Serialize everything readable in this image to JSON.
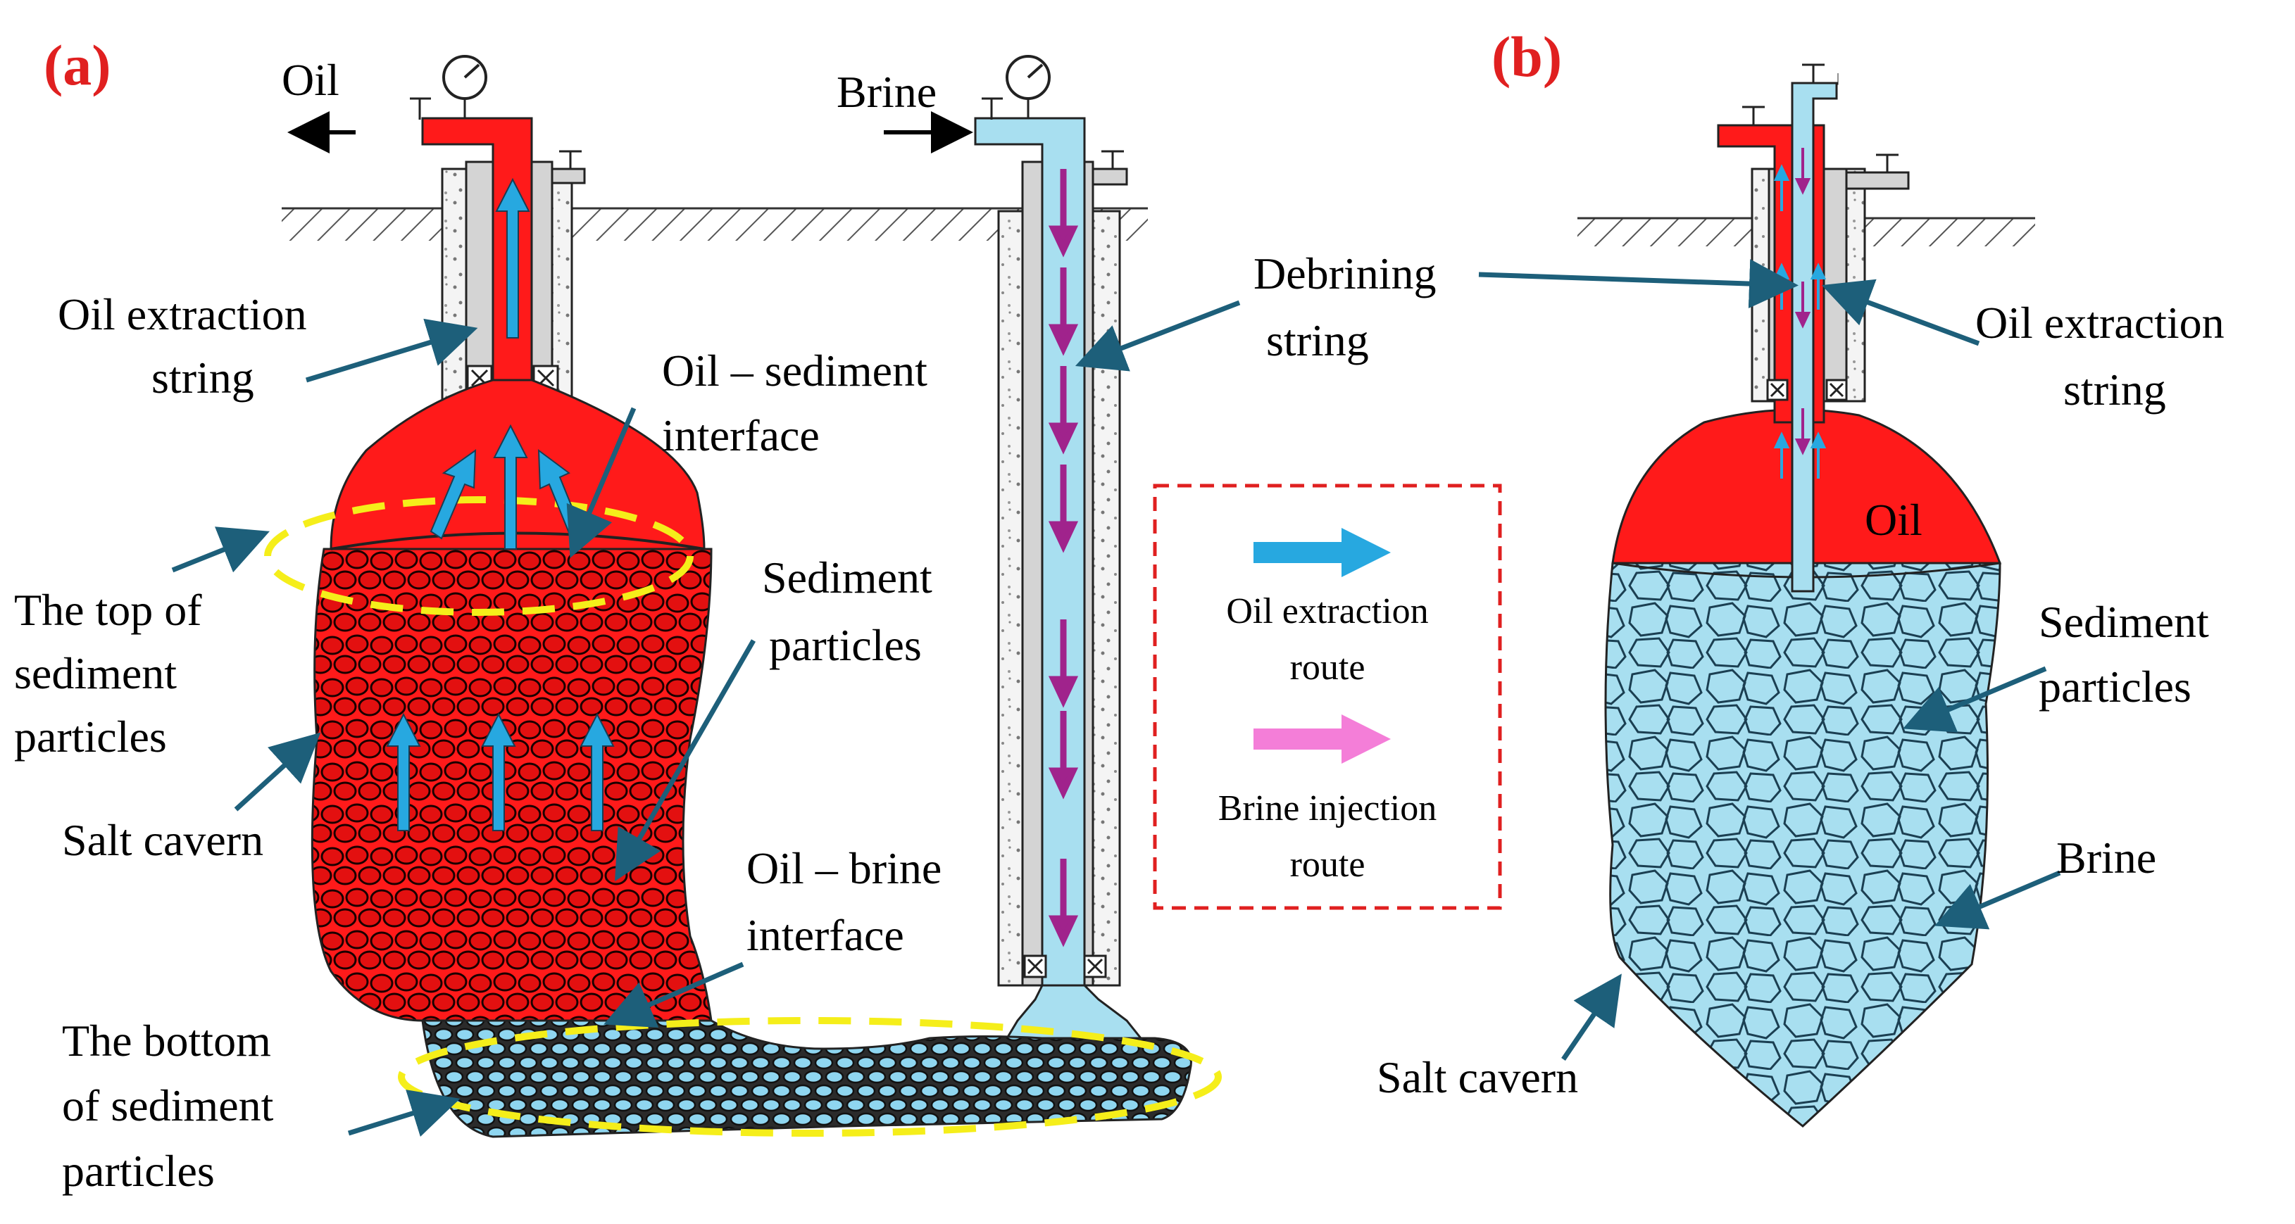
{
  "colors": {
    "oil": "#ff1a1a",
    "brine": "#a8dff0",
    "leader": "#1d5f7a",
    "oil_arrow": "#27a8e0",
    "brine_arrow": "#a0238c",
    "legend_brine_arrow": "#f47ed8",
    "highlight": "#f5ee1a",
    "legend_border": "#e02020",
    "casing": "#d4d4d4"
  },
  "panel_a": {
    "tag": "(a)",
    "oil_outlet": "Oil",
    "brine_inlet": "Brine",
    "labels": {
      "oil_extraction_string": [
        "Oil extraction",
        "string"
      ],
      "oil_sediment_interface": [
        "Oil – sediment",
        "interface"
      ],
      "debrining_string": [
        "Debrining",
        "string"
      ],
      "top_of_sediment": [
        "The top of",
        "sediment",
        "particles"
      ],
      "sediment_particles": [
        "Sediment",
        "particles"
      ],
      "salt_cavern": [
        "Salt cavern"
      ],
      "oil_brine_interface": [
        "Oil – brine",
        "interface"
      ],
      "bottom_of_sediment": [
        "The bottom",
        "of sediment",
        "particles"
      ]
    }
  },
  "legend": {
    "oil_route": [
      "Oil extraction",
      "route"
    ],
    "brine_route": [
      "Brine injection",
      "route"
    ]
  },
  "panel_b": {
    "tag": "(b)",
    "labels": {
      "oil_extraction_string": [
        "Oil extraction",
        "string"
      ],
      "oil": [
        "Oil"
      ],
      "sediment_particles": [
        "Sediment",
        "particles"
      ],
      "brine": [
        "Brine"
      ],
      "salt_cavern": [
        "Salt cavern"
      ]
    }
  }
}
